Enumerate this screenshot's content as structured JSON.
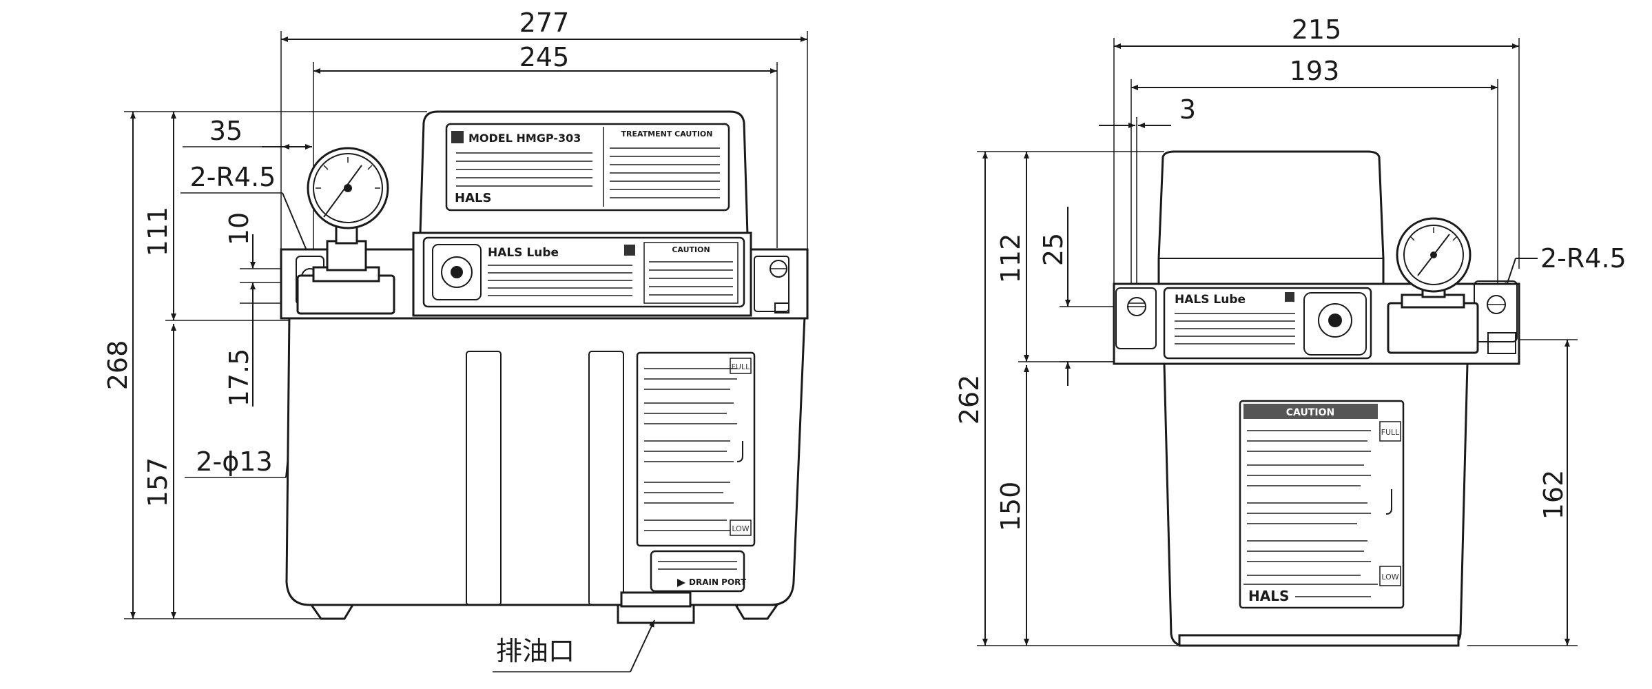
{
  "front_view": {
    "dims": {
      "width_overall": "277",
      "width_inner": "245",
      "offset_35": "35",
      "radius_holes": "2-R4.5",
      "height_111": "111",
      "height_10": "10",
      "height_268": "268",
      "height_17_5": "17.5",
      "height_157": "157",
      "holes_diameter": "2-ϕ13"
    },
    "drain_label": "排油口",
    "top_plate": {
      "brand": "HALS",
      "model": "MODEL HMGP-303",
      "caution_title": "TREATMENT CAUTION"
    },
    "mid_plate": {
      "brand": "HALS Lube",
      "caution_title": "CAUTION"
    },
    "level_marks": {
      "full": "FULL",
      "low": "LOW"
    },
    "drain_port": "DRAIN PORT"
  },
  "side_view": {
    "dims": {
      "width_overall": "215",
      "width_inner": "193",
      "offset_3": "3",
      "height_112": "112",
      "height_25": "25",
      "height_262": "262",
      "height_150": "150",
      "height_162": "162",
      "radius_holes": "2-R4.5"
    },
    "plate": {
      "brand": "HALS Lube"
    },
    "caution_title": "CAUTION",
    "caution_brand": "HALS",
    "level_marks": {
      "full": "FULL",
      "low": "LOW"
    }
  }
}
